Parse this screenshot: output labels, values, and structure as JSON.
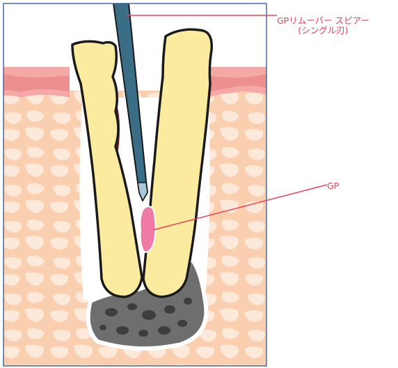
{
  "labels": {
    "remover_line1": "GPリムーバー スピアー",
    "remover_line2": "(シングル刃)",
    "gp": "GP"
  },
  "colors": {
    "tooth": "#fbeb9f",
    "outline": "#1a1a1a",
    "instrument": "#3a6e86",
    "gutta_percha": "#f07aa6",
    "gum": "#f4a9a6",
    "bone": "#f9cfb0",
    "bone_cells": "#fde9da",
    "lesion": "#6e6e6e",
    "lesion_spots": "#3d3d3d",
    "blood": "#7a1a22",
    "callout": "#e8405a",
    "frame": "#4a6aa0"
  },
  "icons": {
    "instrument": "gp-remover-spear-icon",
    "tooth": "tooth-root-icon",
    "gp": "gutta-percha-icon"
  }
}
